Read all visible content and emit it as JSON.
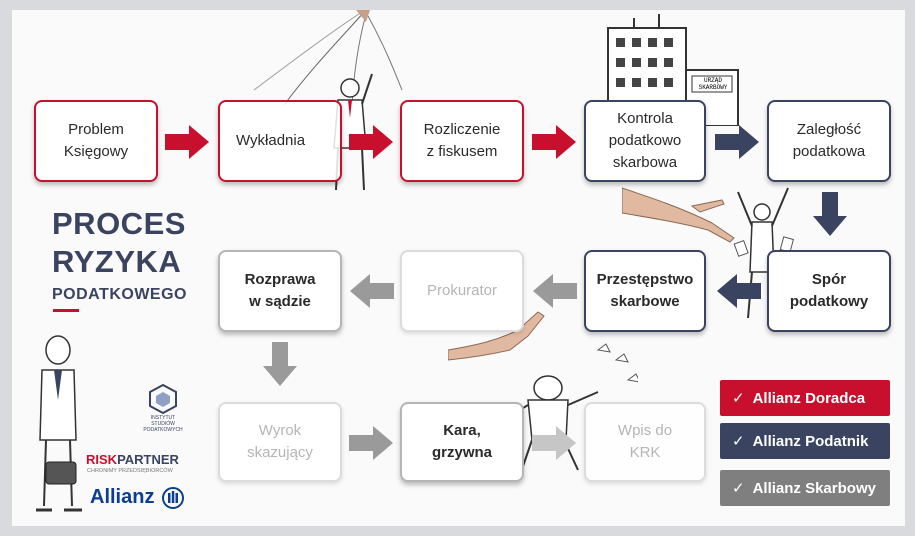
{
  "title": {
    "line1": "PROCES",
    "line2": "RYZYKA",
    "line3": "PODATKOWEGO"
  },
  "boxes": {
    "problem": "Problem\nKsięgowy",
    "wykladnia": "Wykładnia",
    "rozliczenie": "Rozliczenie\nz fiskusem",
    "kontrola": "Kontrola\npodatkowo\nskarbowa",
    "zaleglosc": "Zaległość\npodatkowa",
    "spor": "Spór\npodatkowy",
    "przestepstwo": "Przestępstwo\nskarbowe",
    "prokurator": "Prokurator",
    "rozprawa": "Rozprawa\nw sądzie",
    "wyrok": "Wyrok\nskazujący",
    "kara": "Kara,\ngrzywna",
    "wpis": "Wpis do\nKRK"
  },
  "legend": [
    {
      "label": "Allianz Doradca",
      "color": "#c8102e"
    },
    {
      "label": "Allianz Podatnik",
      "color": "#3a4461"
    },
    {
      "label": "Allianz Skarbowy",
      "color": "#7f7f7f"
    }
  ],
  "logos": {
    "risk": "RISK",
    "partner": "PARTNER",
    "risk_tagline": "CHRONIMY PRZEDSIĘBIORCÓW",
    "allianz": "Allianz",
    "institute_line1": "INSTYTUT",
    "institute_line2": "STUDIÓW",
    "institute_line3": "PODATKOWYCH"
  },
  "sketch": {
    "office_sign": "URZĄD SKARBOWY"
  },
  "colors": {
    "red": "#c8102e",
    "navy": "#3a4461",
    "gray": "#9a9a9a"
  }
}
